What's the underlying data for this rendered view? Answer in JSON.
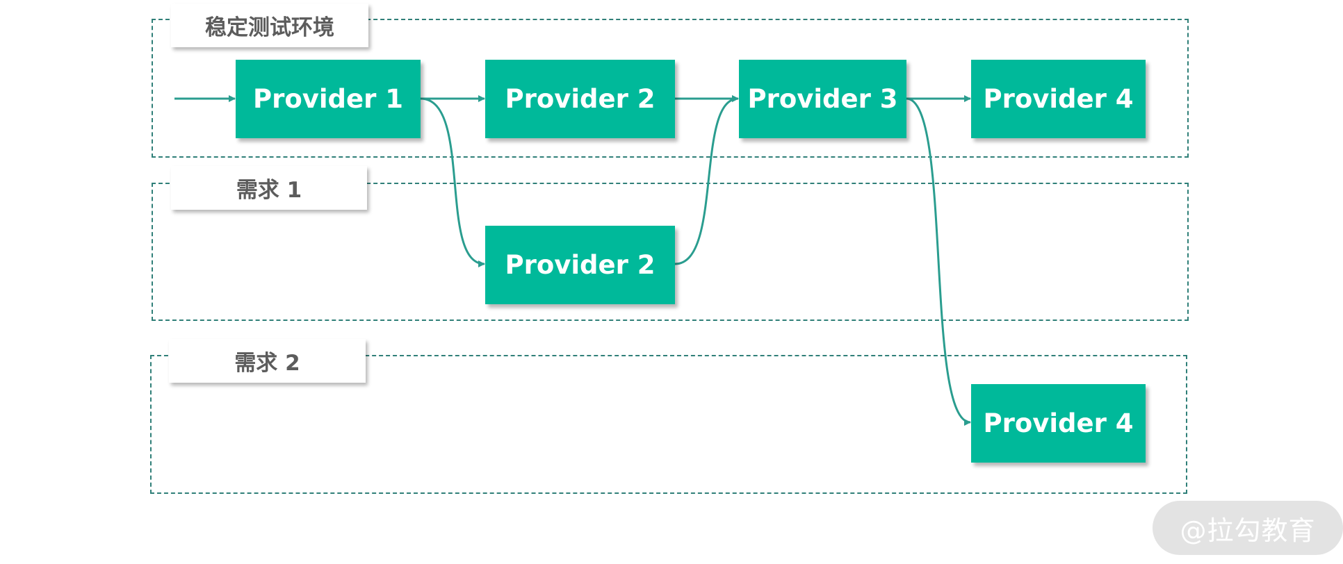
{
  "lanes": [
    {
      "label": "稳定测试环境"
    },
    {
      "label": "需求 1"
    },
    {
      "label": "需求 2"
    }
  ],
  "nodes": {
    "stable_provider_1": "Provider 1",
    "stable_provider_2": "Provider 2",
    "stable_provider_3": "Provider 3",
    "stable_provider_4": "Provider 4",
    "req1_provider_2": "Provider 2",
    "req2_provider_4": "Provider 4"
  },
  "edges": [
    {
      "from": "entry",
      "to": "stable_provider_1"
    },
    {
      "from": "stable_provider_1",
      "to": "stable_provider_2"
    },
    {
      "from": "stable_provider_2",
      "to": "stable_provider_3"
    },
    {
      "from": "stable_provider_3",
      "to": "stable_provider_4"
    },
    {
      "from": "stable_provider_1",
      "to": "req1_provider_2"
    },
    {
      "from": "req1_provider_2",
      "to": "stable_provider_3"
    },
    {
      "from": "stable_provider_3",
      "to": "req2_provider_4"
    }
  ],
  "colors": {
    "node_fill": "#00b99a",
    "edge": "#2a9d8f",
    "lane_border": "#2f7f78"
  },
  "watermark": "@拉勾教育"
}
